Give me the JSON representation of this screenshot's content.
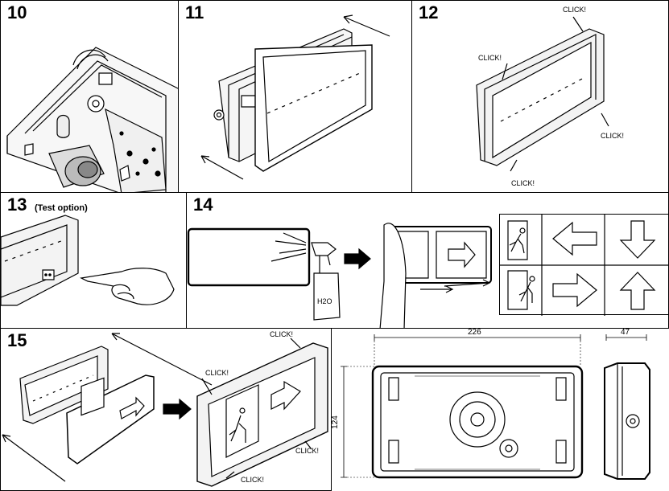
{
  "steps": {
    "s10": {
      "number": "10"
    },
    "s11": {
      "number": "11"
    },
    "s12": {
      "number": "12",
      "click_labels": [
        "CLICK!",
        "CLICK!",
        "CLICK!",
        "CLICK!"
      ]
    },
    "s13": {
      "number": "13",
      "subtitle": "(Test option)"
    },
    "s14": {
      "number": "14",
      "bottle_label": "H2O"
    },
    "s15": {
      "number": "15",
      "click_labels": [
        "CLICK!",
        "CLICK!",
        "CLICK!",
        "CLICK!"
      ]
    }
  },
  "dimensions": {
    "width": "226",
    "height": "124",
    "depth": "47"
  },
  "pictograms": [
    "running-man-left-icon",
    "arrow-left-icon",
    "arrow-down-icon",
    "running-man-right-icon",
    "arrow-right-icon",
    "arrow-up-icon"
  ]
}
